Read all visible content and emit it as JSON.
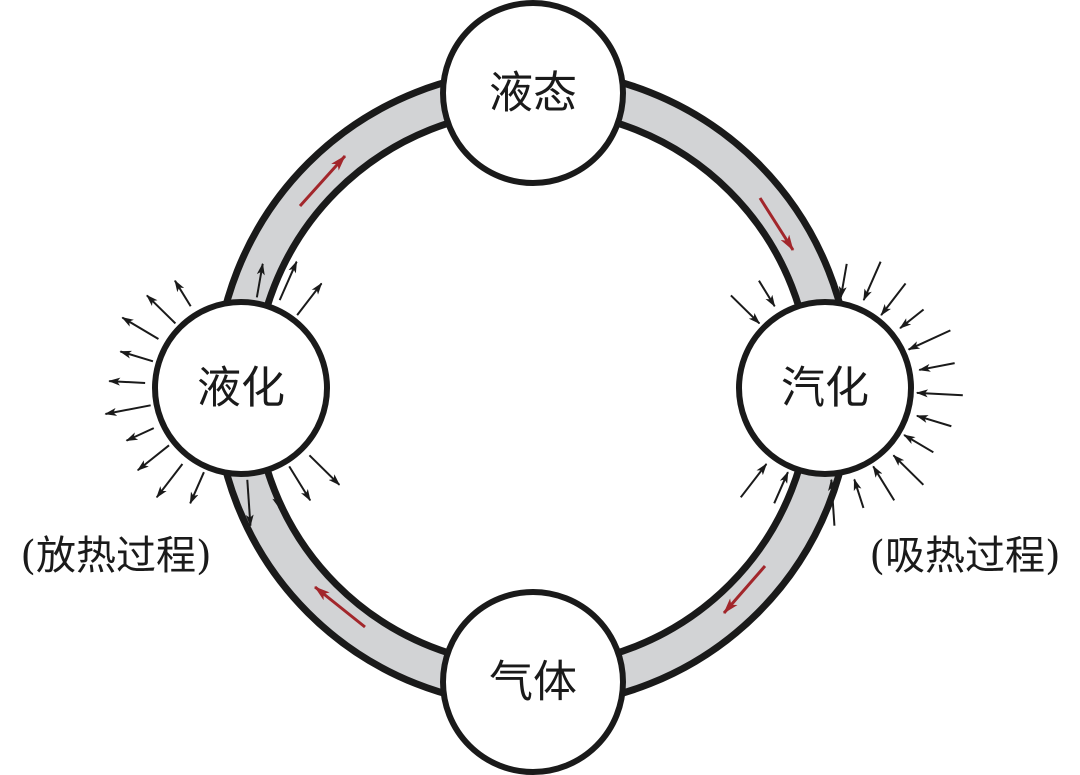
{
  "nodes": {
    "top": "液态",
    "left": "液化",
    "right": "汽化",
    "bottom": "气体"
  },
  "notes": {
    "left": "(放热过程)",
    "right": "(吸热过程)"
  },
  "colors": {
    "ring_fill": "#d2d3d5",
    "outline": "#1a1a1a",
    "flow_arrow": "#a2262b",
    "heat_arrow": "#1a1a1a",
    "node_fill": "#ffffff"
  },
  "icons": {
    "flow": "arrow-icon",
    "heat_out": "arrow-out-icon",
    "heat_in": "arrow-in-icon"
  }
}
